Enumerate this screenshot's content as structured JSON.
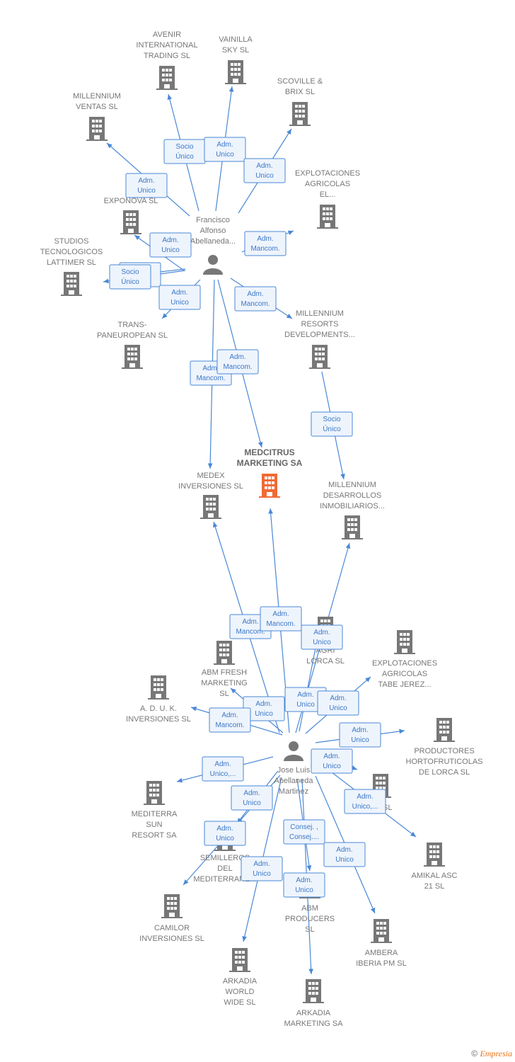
{
  "diagram": {
    "colors": {
      "company": "#777777",
      "highlight": "#f06a35",
      "person": "#777777",
      "edge": "#4a88d6",
      "edge_label_bg": "#eef4fc",
      "edge_label_text": "#3b78c7"
    },
    "nodes": [
      {
        "id": "avenir",
        "type": "company",
        "lines": [
          "AVENIR",
          "INTERNATIONAL",
          "TRADING SL"
        ]
      },
      {
        "id": "vainilla",
        "type": "company",
        "lines": [
          "VAINILLA",
          "SKY SL"
        ]
      },
      {
        "id": "scoville",
        "type": "company",
        "lines": [
          "SCOVILLE &",
          "BRIX  SL"
        ]
      },
      {
        "id": "millennium_ventas",
        "type": "company",
        "lines": [
          "MILLENNIUM",
          "VENTAS SL"
        ]
      },
      {
        "id": "explotaciones_el",
        "type": "company",
        "lines": [
          "EXPLOTACIONES",
          "AGRICOLAS",
          "EL..."
        ]
      },
      {
        "id": "exponova",
        "type": "company",
        "lines": [
          "EXPONOVA SL"
        ]
      },
      {
        "id": "studios",
        "type": "company",
        "lines": [
          "STUDIOS",
          "TECNOLOGICOS",
          "LATTIMER SL"
        ]
      },
      {
        "id": "francisco",
        "type": "person",
        "lines": [
          "Francisco",
          "Alfonso",
          "Abellaneda..."
        ]
      },
      {
        "id": "trans",
        "type": "company",
        "lines": [
          "TRANS-",
          "PANEUROPEAN SL"
        ]
      },
      {
        "id": "mill_resorts",
        "type": "company",
        "lines": [
          "MILLENNIUM",
          "RESORTS",
          "DEVELOPMENTS..."
        ]
      },
      {
        "id": "medcitrus",
        "type": "highlight",
        "lines": [
          "MEDCITRUS",
          "MARKETING SA"
        ]
      },
      {
        "id": "medex",
        "type": "company",
        "lines": [
          "MEDEX",
          "INVERSIONES SL"
        ]
      },
      {
        "id": "mill_desarrollos",
        "type": "company",
        "lines": [
          "MILLENNIUM",
          "DESARROLLOS",
          "INMOBILIARIOS..."
        ]
      },
      {
        "id": "agri_lorca",
        "type": "company",
        "lines": [
          "AGRI",
          "LORCA SL"
        ]
      },
      {
        "id": "abm_fresh",
        "type": "company",
        "lines": [
          "ABM FRESH",
          "MARKETING",
          "SL"
        ]
      },
      {
        "id": "explotaciones_tabe",
        "type": "company",
        "lines": [
          "EXPLOTACIONES",
          "AGRICOLAS",
          "TABE JEREZ..."
        ]
      },
      {
        "id": "aduk",
        "type": "company",
        "lines": [
          "A.  D.  U.  K.",
          "INVERSIONES SL"
        ]
      },
      {
        "id": "productores",
        "type": "company",
        "lines": [
          "PRODUCTORES",
          "HORTOFRUTICOLAS",
          "DE LORCA SL"
        ]
      },
      {
        "id": "jose",
        "type": "person",
        "lines": [
          "Jose Luis",
          "Abellaneda",
          "Martinez"
        ]
      },
      {
        "id": "or_sl",
        "type": "company",
        "lines": [
          "OR SL"
        ]
      },
      {
        "id": "mediterra",
        "type": "company",
        "lines": [
          "MEDITERRA",
          "SUN",
          "RESORT SA"
        ]
      },
      {
        "id": "semilleros",
        "type": "company",
        "lines": [
          "SEMILLEROS",
          "DEL",
          "MEDITERRANE..."
        ]
      },
      {
        "id": "amikal",
        "type": "company",
        "lines": [
          "AMIKAL ASC",
          "21  SL"
        ]
      },
      {
        "id": "camilor",
        "type": "company",
        "lines": [
          "CAMILOR",
          "INVERSIONES SL"
        ]
      },
      {
        "id": "abm_producers",
        "type": "company",
        "lines": [
          "ABM",
          "PRODUCERS",
          "SL"
        ]
      },
      {
        "id": "ambera",
        "type": "company",
        "lines": [
          "AMBERA",
          "IBERIA PM  SL"
        ]
      },
      {
        "id": "arkadia_world",
        "type": "company",
        "lines": [
          "ARKADIA",
          "WORLD",
          "WIDE  SL"
        ]
      },
      {
        "id": "arkadia_marketing",
        "type": "company",
        "lines": [
          "ARKADIA",
          "MARKETING SA"
        ]
      }
    ],
    "edges": [
      {
        "from": "francisco",
        "to": "avenir",
        "label": [
          "Socio",
          "Único"
        ]
      },
      {
        "from": "francisco",
        "to": "vainilla",
        "label": [
          "Adm.",
          "Unico"
        ]
      },
      {
        "from": "francisco",
        "to": "scoville",
        "label": [
          "Adm.",
          "Unico"
        ]
      },
      {
        "from": "francisco",
        "to": "millennium_ventas",
        "label": [
          "Adm.",
          "Unico"
        ]
      },
      {
        "from": "francisco",
        "to": "explotaciones_el",
        "label": [
          "Adm.",
          "Mancom."
        ]
      },
      {
        "from": "francisco",
        "to": "exponova_trans",
        "label": [
          "Adm.",
          "Unico"
        ]
      },
      {
        "from": "francisco",
        "to": "studios",
        "label": [
          "Adm.",
          "Unico"
        ]
      },
      {
        "from": "francisco",
        "to": "studios2",
        "label": [
          "Socio",
          "Único"
        ]
      },
      {
        "from": "francisco",
        "to": "trans",
        "label": [
          "Adm.",
          "Unico"
        ]
      },
      {
        "from": "francisco",
        "to": "mill_resorts",
        "label": [
          "Adm.",
          "Mancom."
        ]
      },
      {
        "from": "francisco",
        "to": "medex",
        "label": [
          "Adm.",
          "Mancom."
        ]
      },
      {
        "from": "francisco",
        "to": "medcitrus",
        "label": [
          "Adm.",
          "Mancom."
        ]
      },
      {
        "from": "mill_resorts",
        "to": "mill_desarrollos",
        "label": [
          "Socio",
          "Único"
        ]
      },
      {
        "from": "jose",
        "to": "medex",
        "label": [
          "Adm.",
          "Mancom."
        ]
      },
      {
        "from": "jose",
        "to": "medcitrus",
        "label": [
          "Adm.",
          "Mancom."
        ]
      },
      {
        "from": "jose",
        "to": "mill_desarrollos",
        "label": [
          "Adm.",
          "Unico"
        ]
      },
      {
        "from": "jose",
        "to": "agri_lorca",
        "label": [
          "Adm.",
          "Unico"
        ]
      },
      {
        "from": "jose",
        "to": "explotaciones_tabe",
        "label": [
          "Adm.",
          "Unico"
        ]
      },
      {
        "from": "jose",
        "to": "abm_fresh",
        "label": [
          "Adm.",
          "Unico"
        ]
      },
      {
        "from": "jose",
        "to": "aduk",
        "label": [
          "Adm.",
          "Mancom."
        ]
      },
      {
        "from": "jose",
        "to": "productores",
        "label": [
          "Adm.",
          "Unico"
        ]
      },
      {
        "from": "jose",
        "to": "or_sl",
        "label": [
          "Adm.",
          "Unico"
        ]
      },
      {
        "from": "jose",
        "to": "mediterra",
        "label": [
          "Adm.",
          "Unico,..."
        ]
      },
      {
        "from": "jose",
        "to": "amikal",
        "label": [
          "Adm.",
          "Unico,..."
        ]
      },
      {
        "from": "jose",
        "to": "semilleros",
        "label": [
          "Adm.",
          "Unico"
        ]
      },
      {
        "from": "jose",
        "to": "camilor",
        "label": [
          "Adm.",
          "Unico"
        ]
      },
      {
        "from": "jose",
        "to": "abm_producers",
        "label": [
          "Consej. ,",
          "Consej...."
        ]
      },
      {
        "from": "jose",
        "to": "ambera",
        "label": [
          "Adm.",
          "Unico"
        ]
      },
      {
        "from": "jose",
        "to": "arkadia_world",
        "label": [
          "Adm.",
          "Unico"
        ]
      },
      {
        "from": "jose",
        "to": "arkadia_marketing",
        "label": [
          "Adm.",
          "Unico"
        ]
      }
    ]
  },
  "footer": {
    "copyright": "©",
    "brand": "Empresia"
  }
}
